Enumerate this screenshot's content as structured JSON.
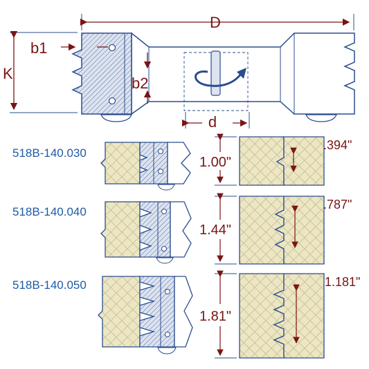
{
  "diagram": {
    "dimension_labels": {
      "D": "D",
      "K": "K",
      "b1": "b1",
      "b2": "b2",
      "d": "d"
    },
    "variants": [
      {
        "part_number": "518B-140.030",
        "height": "1.00\"",
        "depth": ".394\""
      },
      {
        "part_number": "518B-140.040",
        "height": "1.44\"",
        "depth": ".787\""
      },
      {
        "part_number": "518B-140.050",
        "height": "1.81\"",
        "depth": "1.181\""
      }
    ],
    "colors": {
      "outline": "#2a4d8f",
      "fill": "#dde3ef",
      "wood": "#ece6c2",
      "wood_line": "#c9c09a",
      "dimension": "#7a1414",
      "part_number_text": "#1e5aa6"
    }
  }
}
